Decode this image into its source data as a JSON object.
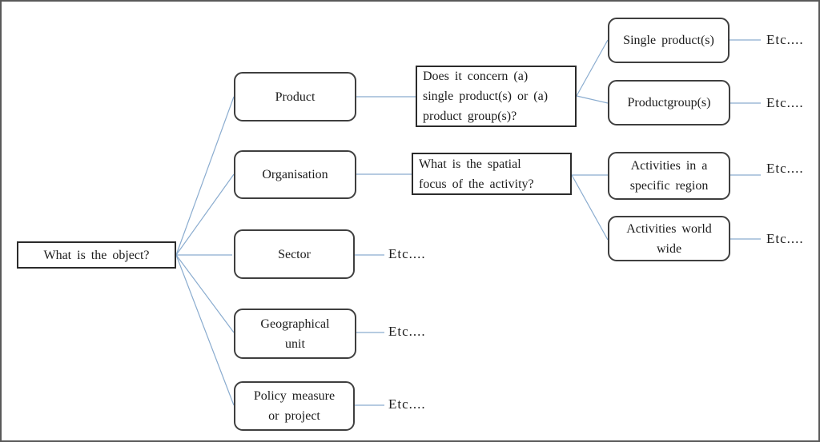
{
  "colors": {
    "connector": "#8aaccf",
    "box_border": "#3f3f3f",
    "outer_border": "#595959",
    "text": "#1c1c1c"
  },
  "labels": {
    "etc": "Etc...."
  },
  "nodes": {
    "root": "What is the object?",
    "product": "Product",
    "organisation": "Organisation",
    "sector": "Sector",
    "geographical_unit": "Geographical\nunit",
    "policy_measure": "Policy measure\nor project",
    "question_product": "Does it concern (a)\nsingle product(s) or (a)\nproduct group(s)?",
    "question_spatial": "What is the spatial\nfocus of the activity?",
    "single_product": "Single product(s)",
    "productgroup": "Productgroup(s)",
    "activities_region": "Activities in a\nspecific region",
    "activities_worldwide": "Activities world\nwide"
  }
}
